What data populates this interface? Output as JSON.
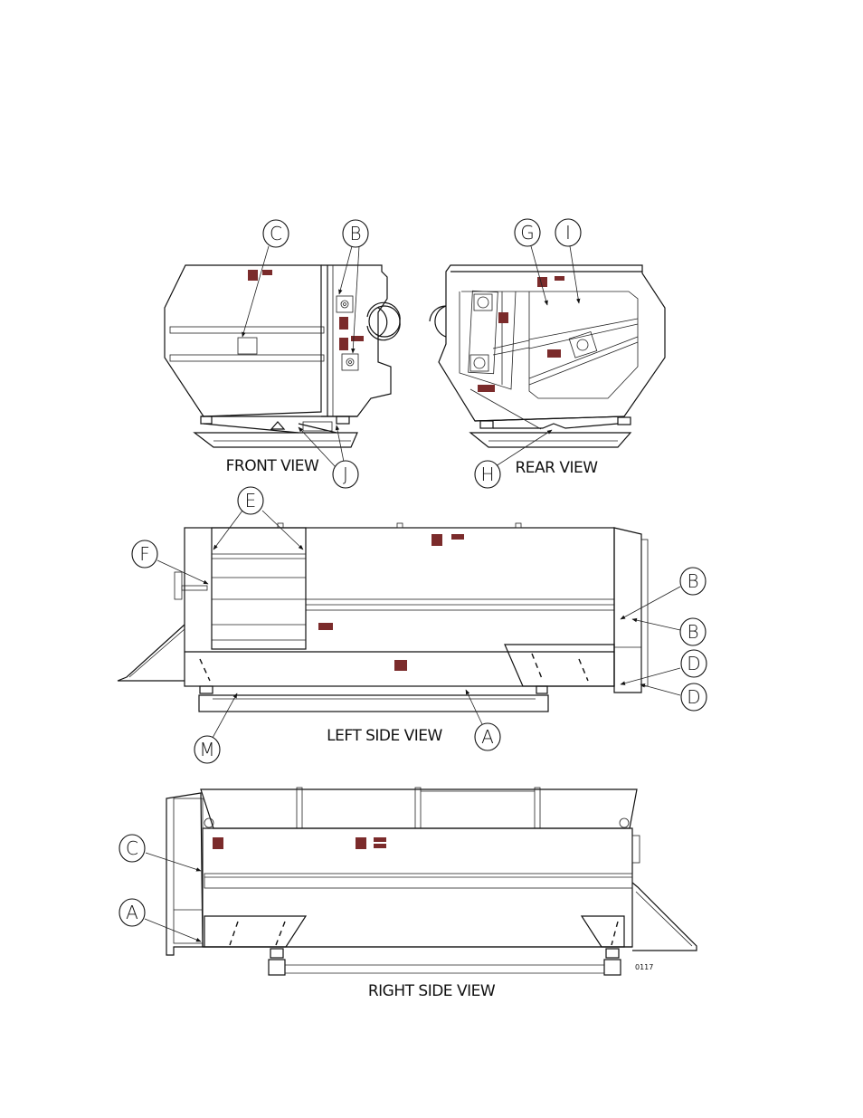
{
  "colors": {
    "label_decal": "#7b2b2b",
    "line": "#111111"
  },
  "views": {
    "front": {
      "title": "FRONT VIEW"
    },
    "rear": {
      "title": "REAR VIEW"
    },
    "left": {
      "title": "LEFT SIDE VIEW"
    },
    "right": {
      "title": "RIGHT SIDE VIEW"
    }
  },
  "callouts": {
    "front_c": "C",
    "front_b": "B",
    "front_j": "J",
    "rear_g": "G",
    "rear_i": "I",
    "rear_h": "H",
    "left_e": "E",
    "left_f": "F",
    "left_b1": "B",
    "left_b2": "B",
    "left_d1": "D",
    "left_d2": "D",
    "left_m": "M",
    "left_a": "A",
    "right_c": "C",
    "right_a": "A"
  },
  "drawing_number": "0117"
}
